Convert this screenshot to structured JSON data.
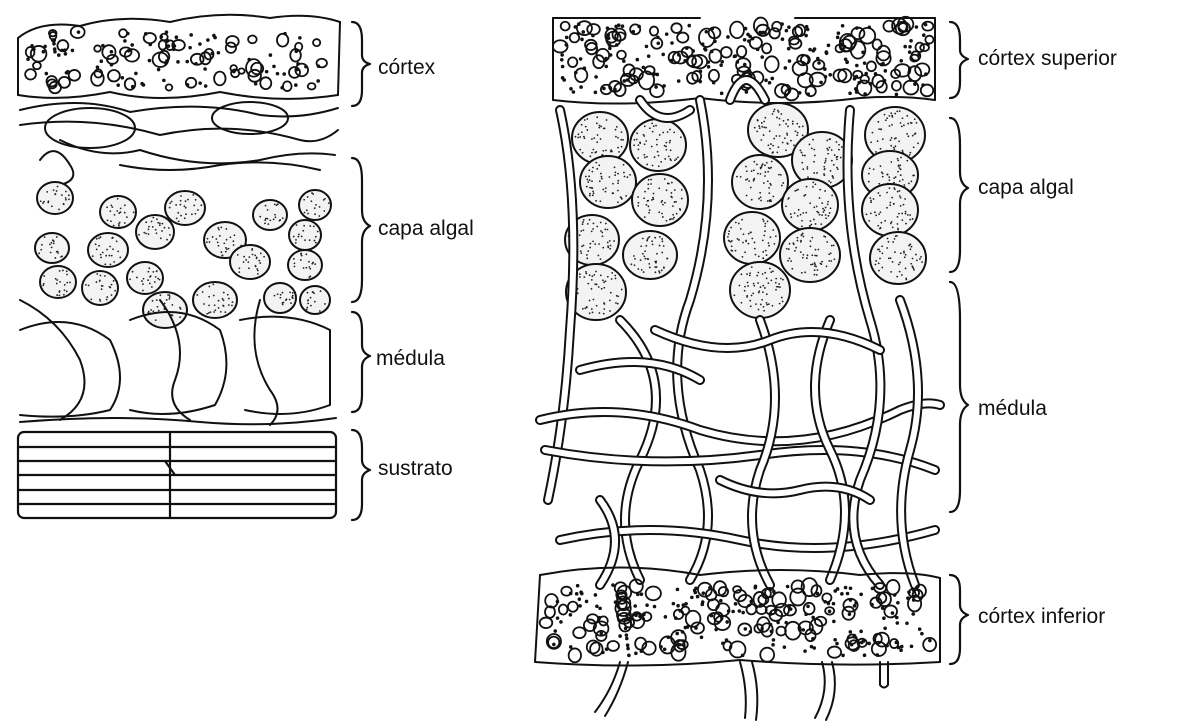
{
  "left_panel": {
    "labels": {
      "cortex": "córtex",
      "algal_layer": "capa algal",
      "medulla": "médula",
      "substrate": "sustrato"
    }
  },
  "right_panel": {
    "labels": {
      "upper_cortex": "córtex superior",
      "algal_layer": "capa algal",
      "medulla": "médula",
      "lower_cortex": "córtex inferior"
    }
  }
}
